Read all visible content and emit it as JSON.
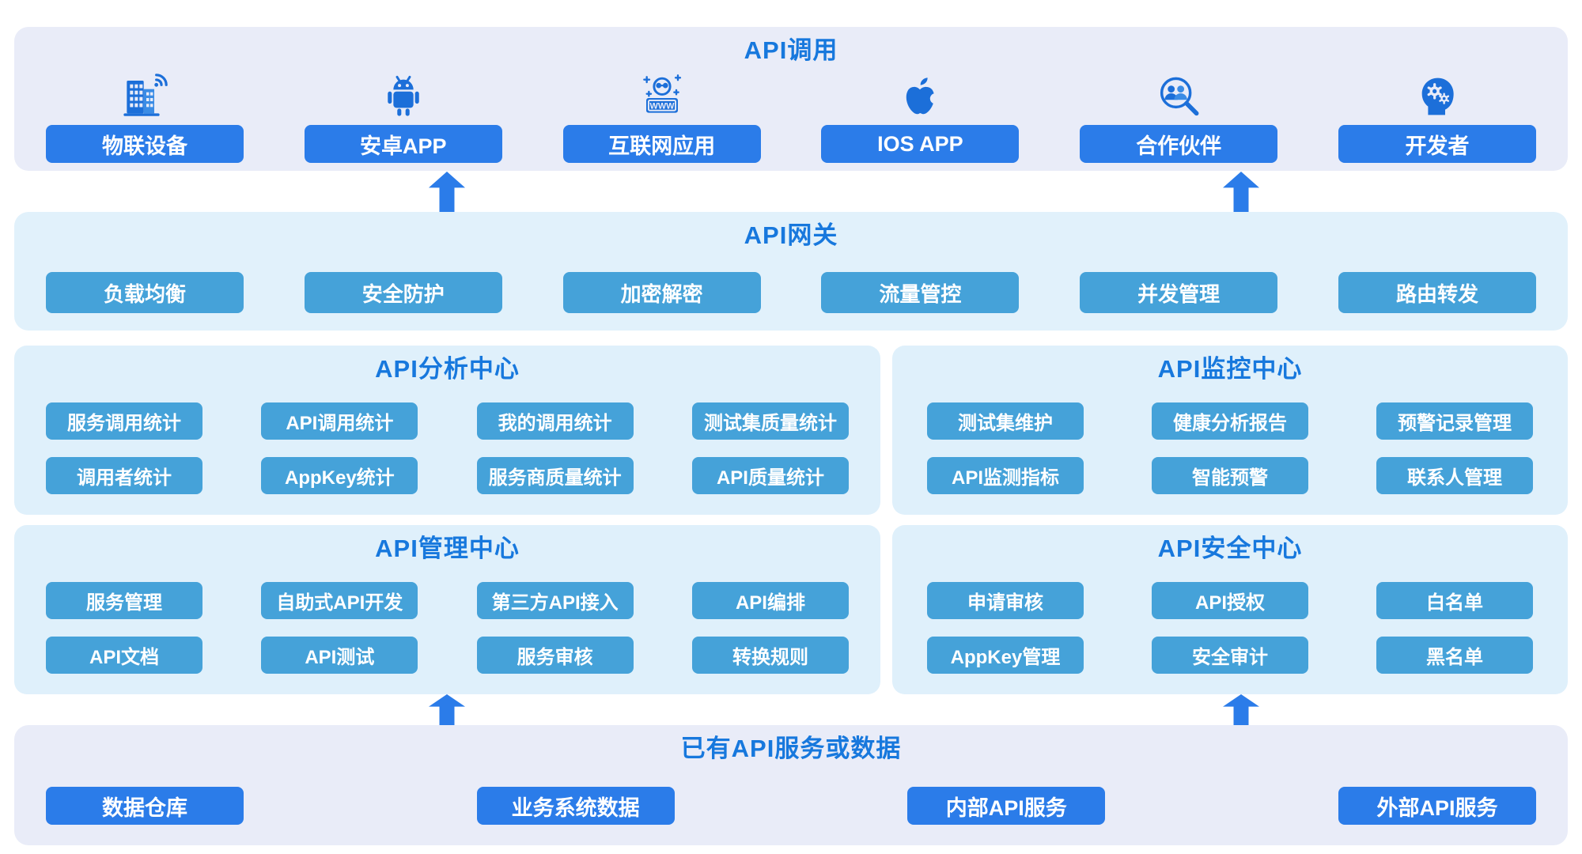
{
  "colors": {
    "band_top_bg": "#e9ecf8",
    "band_gateway_bg": "#e1f1fb",
    "panel_bg": "#dff0fb",
    "band_bottom_bg": "#e9ecf8",
    "title_text": "#1778dd",
    "button_primary": "#2b7ce9",
    "button_secondary": "#45a2d9",
    "arrow": "#2b7ce9",
    "icon_blue": "#1c6fd9"
  },
  "api_call": {
    "title": "API调用",
    "items": [
      {
        "label": "物联设备",
        "icon": "iot-device-icon"
      },
      {
        "label": "安卓APP",
        "icon": "android-icon"
      },
      {
        "label": "互联网应用",
        "icon": "www-icon"
      },
      {
        "label": "IOS APP",
        "icon": "apple-icon"
      },
      {
        "label": "合作伙伴",
        "icon": "partners-icon"
      },
      {
        "label": "开发者",
        "icon": "developer-icon"
      }
    ]
  },
  "api_gateway": {
    "title": "API网关",
    "items": [
      "负载均衡",
      "安全防护",
      "加密解密",
      "流量管控",
      "并发管理",
      "路由转发"
    ]
  },
  "analysis_center": {
    "title": "API分析中心",
    "row1": [
      "服务调用统计",
      "API调用统计",
      "我的调用统计",
      "测试集质量统计"
    ],
    "row2": [
      "调用者统计",
      "AppKey统计",
      "服务商质量统计",
      "API质量统计"
    ]
  },
  "monitor_center": {
    "title": "API监控中心",
    "row1": [
      "测试集维护",
      "健康分析报告",
      "预警记录管理"
    ],
    "row2": [
      "API监测指标",
      "智能预警",
      "联系人管理"
    ]
  },
  "management_center": {
    "title": "API管理中心",
    "row1": [
      "服务管理",
      "自助式API开发",
      "第三方API接入",
      "API编排"
    ],
    "row2": [
      "API文档",
      "API测试",
      "服务审核",
      "转换规则"
    ]
  },
  "security_center": {
    "title": "API安全中心",
    "row1": [
      "申请审核",
      "API授权",
      "白名单"
    ],
    "row2": [
      "AppKey管理",
      "安全审计",
      "黑名单"
    ]
  },
  "existing_services": {
    "title": "已有API服务或数据",
    "items": [
      "数据仓库",
      "业务系统数据",
      "内部API服务",
      "外部API服务"
    ]
  },
  "www_icon_text": "WWW"
}
